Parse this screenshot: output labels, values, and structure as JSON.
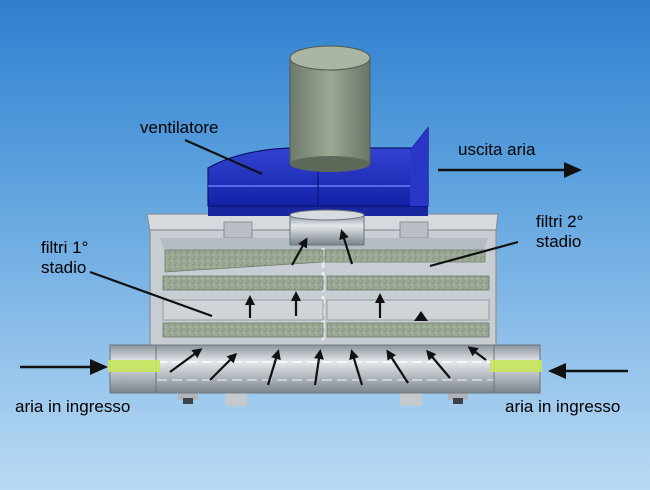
{
  "labels": {
    "fan": "ventilatore",
    "outlet": "uscita aria",
    "stage1_line1": "filtri 1°",
    "stage1_line2": "stadio",
    "stage2_line1": "filtri 2°",
    "stage2_line2": "stadio",
    "inlet_left": "aria in ingresso",
    "inlet_right": "aria in ingresso"
  },
  "colors": {
    "background_top": "#2f7fcf",
    "background_bottom": "#b9daf3",
    "fan_housing": "#2233cc",
    "housing": "#c8cdd3",
    "filter_media": "#9aaa92",
    "inlet_ring": "#c8e65a"
  }
}
